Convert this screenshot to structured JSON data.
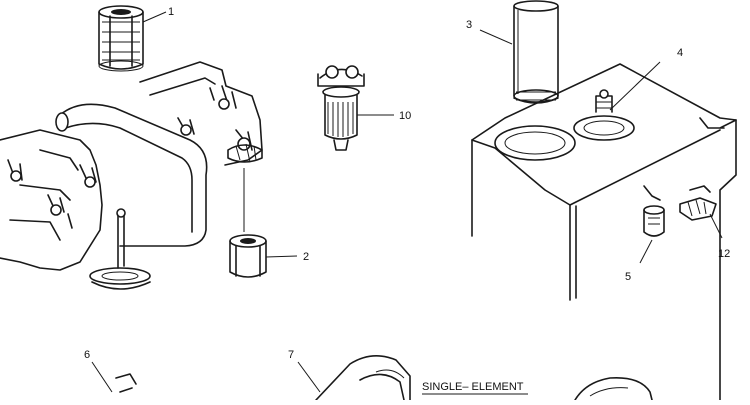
{
  "callouts": {
    "c1": "1",
    "c2": "2",
    "c3": "3",
    "c4": "4",
    "c5": "5",
    "c6": "6",
    "c7": "7",
    "c10": "10",
    "c12": "12"
  },
  "notes": {
    "single_element": "SINGLE– ELEMENT"
  }
}
